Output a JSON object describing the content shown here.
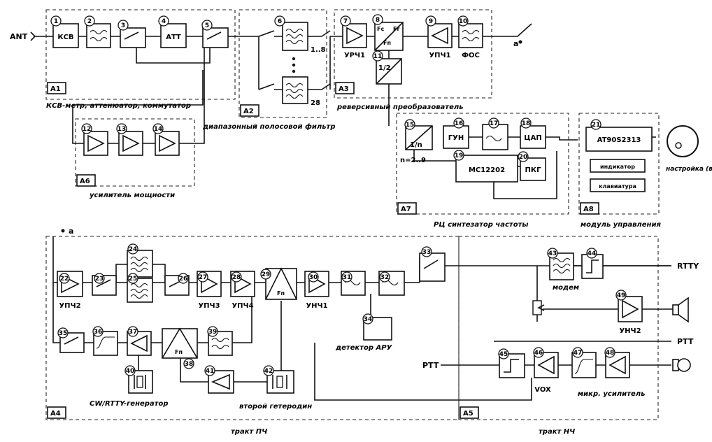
{
  "io": {
    "ant": "ANT",
    "rtty": "RTTY",
    "ptt_out": "PTT",
    "ptt_in": "PTT",
    "a3_out": "a",
    "a4_in": "a"
  },
  "blocks": {
    "b1": {
      "num": "1",
      "label": "КСВ"
    },
    "b2": {
      "num": "2"
    },
    "b3": {
      "num": "3"
    },
    "b4": {
      "num": "4",
      "label": "АТТ"
    },
    "b5": {
      "num": "5"
    },
    "b6": {
      "num": "6",
      "top_label": "1..8",
      "bottom_label": "28"
    },
    "b7": {
      "num": "7",
      "label": "УРЧ1"
    },
    "b8": {
      "num": "8",
      "in_left": "Fс",
      "in_right": "Fг",
      "center": "Fп"
    },
    "b9": {
      "num": "9",
      "label": "УПЧ1"
    },
    "b10": {
      "num": "10",
      "label": "ФОС"
    },
    "b11": {
      "num": "11",
      "label": "1/2"
    },
    "b12": {
      "num": "12"
    },
    "b13": {
      "num": "13"
    },
    "b14": {
      "num": "14"
    },
    "b15": {
      "num": "15",
      "label": "1/n",
      "sub": "n=2..9"
    },
    "b16": {
      "num": "16",
      "label": "ГУН"
    },
    "b17": {
      "num": "17"
    },
    "b18": {
      "num": "18",
      "label": "ЦАП"
    },
    "b19": {
      "num": "19",
      "label": "MC12202"
    },
    "b20": {
      "num": "20",
      "label": "ПКГ"
    },
    "b21": {
      "num": "21",
      "label": "AT90S2313"
    },
    "b21a": {
      "label": "индикатор"
    },
    "b21b": {
      "label": "клавиатура"
    },
    "b22": {
      "num": "22",
      "label": "УПЧ2"
    },
    "b23": {
      "num": "23"
    },
    "b24": {
      "num": "24"
    },
    "b25": {
      "num": "25"
    },
    "b26": {
      "num": "26"
    },
    "b27": {
      "num": "27",
      "label": "УПЧ3"
    },
    "b28": {
      "num": "28",
      "label": "УПЧ4"
    },
    "b29": {
      "num": "29"
    },
    "b30": {
      "num": "30",
      "label": "УНЧ1"
    },
    "b31": {
      "num": "31"
    },
    "b32": {
      "num": "32"
    },
    "b33": {
      "num": "33"
    },
    "b34": {
      "num": "34"
    },
    "b35": {
      "num": "35"
    },
    "b36": {
      "num": "36"
    },
    "b37": {
      "num": "37"
    },
    "b38": {
      "num": "38"
    },
    "b39": {
      "num": "39"
    },
    "b40": {
      "num": "40"
    },
    "b41": {
      "num": "41"
    },
    "b42": {
      "num": "42"
    },
    "b43": {
      "num": "43"
    },
    "b44": {
      "num": "44"
    },
    "b45": {
      "num": "45",
      "label": "VOX"
    },
    "b46": {
      "num": "46"
    },
    "b47": {
      "num": "47"
    },
    "b48": {
      "num": "48"
    },
    "b49": {
      "num": "49",
      "label": "УНЧ2"
    }
  },
  "modules": {
    "a1": {
      "tag": "A1",
      "caption": "КСВ-метр, аттенюатор, коммутатор"
    },
    "a2": {
      "tag": "A2",
      "caption": "диапазонный полосовой фильтр"
    },
    "a3": {
      "tag": "A3",
      "caption": "реверсивный преобразователь"
    },
    "a6": {
      "tag": "A6",
      "caption": "усилитель мощности"
    },
    "a7": {
      "tag": "A7",
      "caption": "РЦ синтезатор частоты"
    },
    "a8": {
      "tag": "A8",
      "caption": "модуль управления"
    },
    "a4": {
      "tag": "A4",
      "caption": "тракт ПЧ"
    },
    "a5": {
      "tag": "A5",
      "caption": "тракт НЧ"
    }
  },
  "annotations": {
    "tuning": "настройка (валкодер)",
    "modem": "модем",
    "apr": "детектор АРУ",
    "cw": "CW/RTTY-генератор",
    "lo2": "второй гетеродин",
    "mic": "микр. усилитель"
  }
}
